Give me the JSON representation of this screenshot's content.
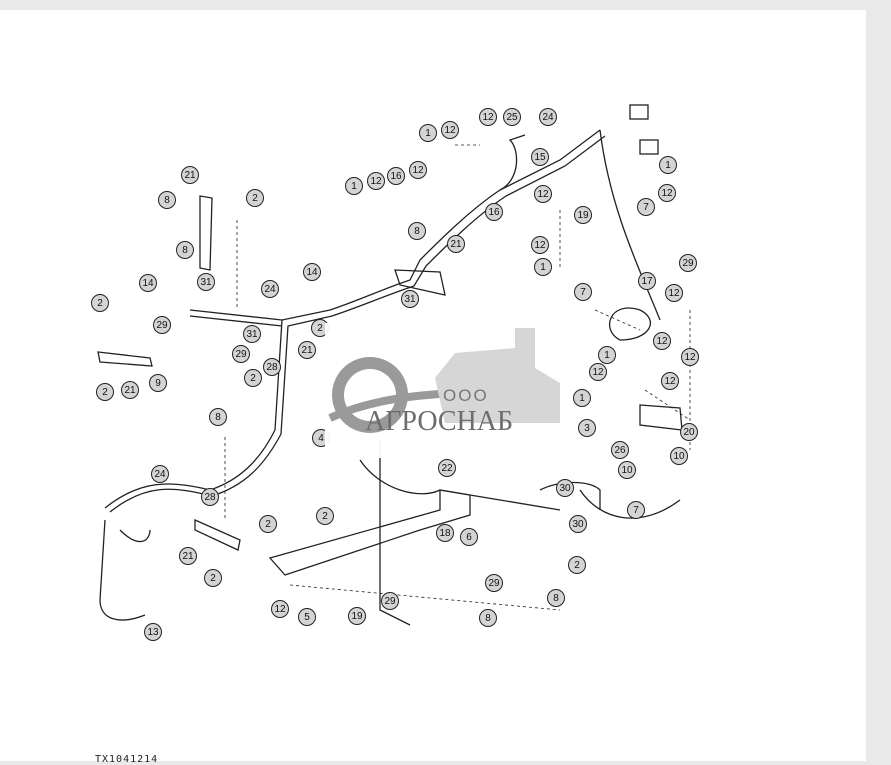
{
  "figure_code": "TX1041214",
  "watermark": {
    "prefix": "ООО",
    "name": "АГРОСНАБ"
  },
  "callouts": [
    "21",
    "8",
    "2",
    "8",
    "14",
    "31",
    "24",
    "14",
    "2",
    "29",
    "31",
    "29",
    "31",
    "2",
    "21",
    "9",
    "28",
    "2",
    "8",
    "24",
    "28",
    "21",
    "2",
    "2",
    "13",
    "2",
    "22",
    "18",
    "6",
    "12",
    "5",
    "19",
    "29",
    "8",
    "29",
    "8",
    "2",
    "30",
    "30",
    "7",
    "26",
    "10",
    "10",
    "20",
    "3",
    "1",
    "12",
    "1",
    "12",
    "12",
    "12",
    "7",
    "17",
    "29",
    "12",
    "1",
    "12",
    "7",
    "12",
    "19",
    "12",
    "1",
    "15",
    "24",
    "25",
    "12",
    "12",
    "1",
    "12",
    "16",
    "12",
    "1",
    "16",
    "8",
    "21",
    "2",
    "21",
    "4"
  ],
  "colors": {
    "line": "#222222",
    "callout_fill": "#d4d4d4",
    "background": "#ffffff"
  }
}
